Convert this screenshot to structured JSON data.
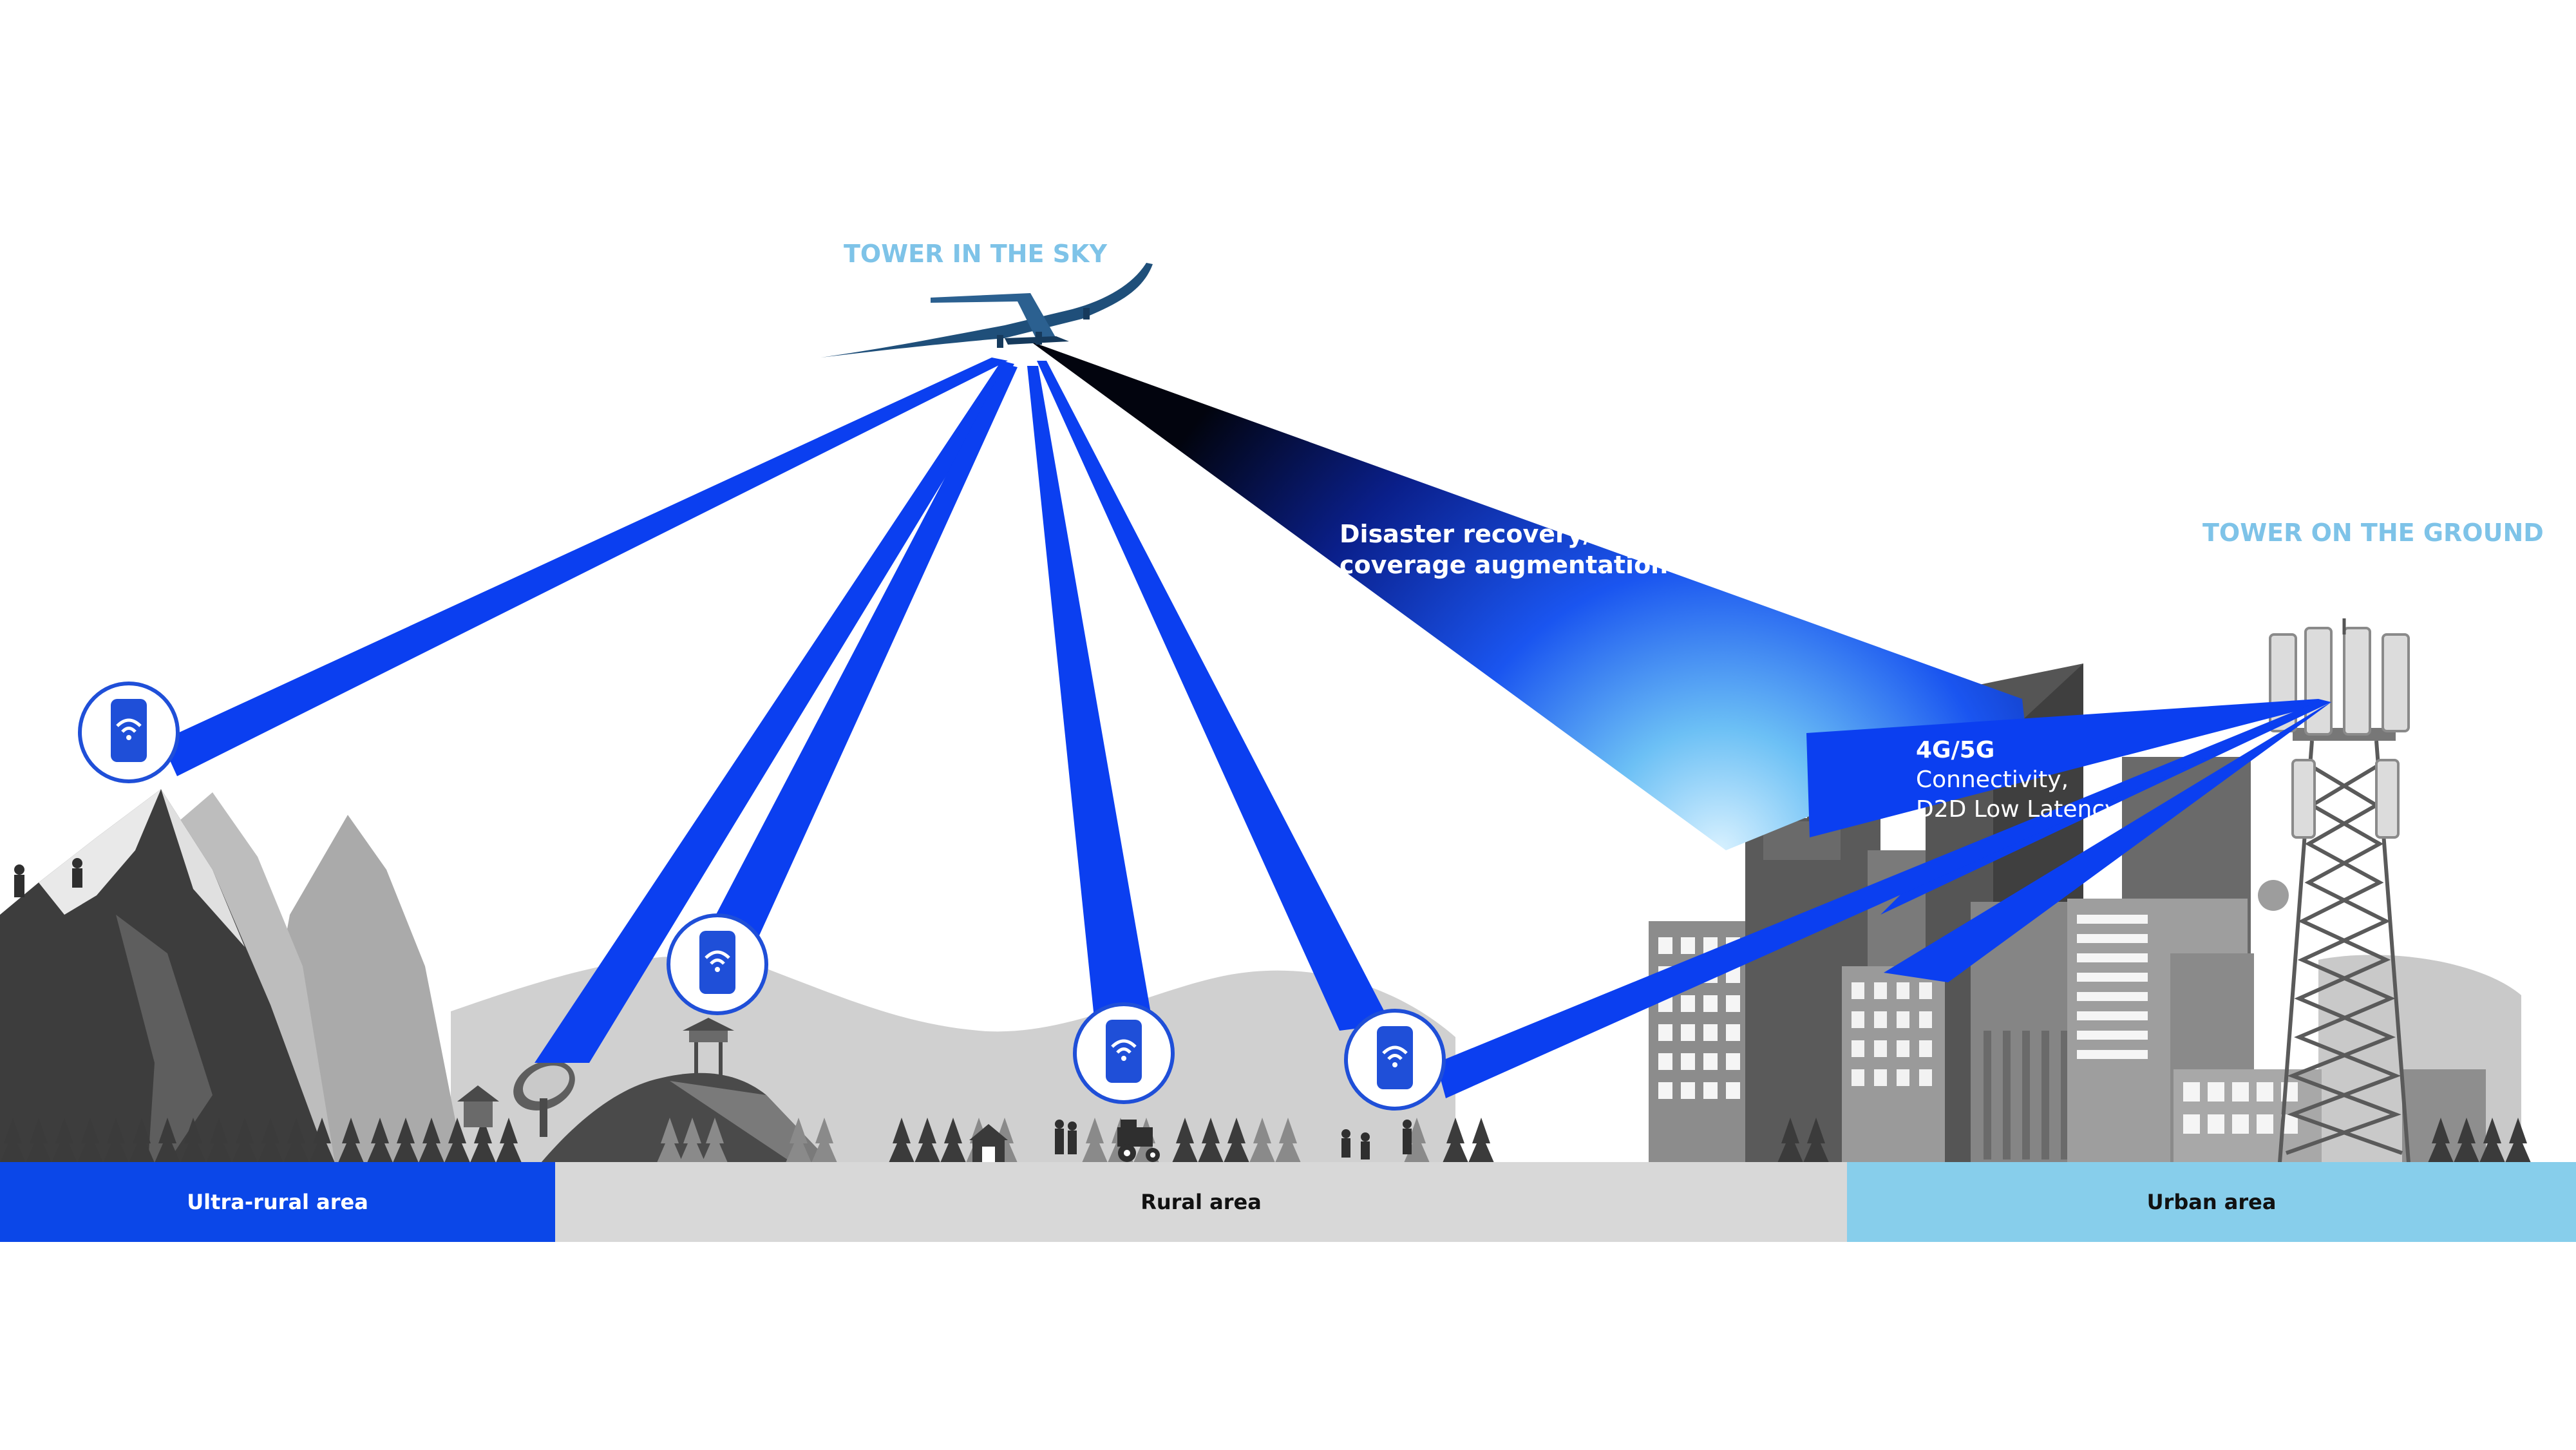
{
  "labels": {
    "tower_in_sky": "TOWER IN THE SKY",
    "tower_on_ground": "TOWER ON THE GROUND",
    "disaster_line1": "Disaster recovery/",
    "disaster_line2": "coverage augmentation",
    "urban_heading": "4G/5G",
    "urban_line1": "Connectivity,",
    "urban_line2": "D2D Low Latency"
  },
  "zones": [
    {
      "label": "Ultra-rural area",
      "color": "#0b47e8"
    },
    {
      "label": "Rural area",
      "color": "#d8d8d8"
    },
    {
      "label": "Urban area",
      "color": "#87ceeb"
    }
  ],
  "colors": {
    "beam": "#0b3ff0",
    "sky_label": "#7ec3e8",
    "device_ring": "#1f4fd8",
    "terrain_dark": "#3c3c3c",
    "terrain_light": "#c8c8c8"
  },
  "icons": [
    "aircraft-icon",
    "smartphone-wifi-icon",
    "cell-tower-icon",
    "satellite-dish-icon",
    "tractor-icon",
    "barn-icon"
  ]
}
